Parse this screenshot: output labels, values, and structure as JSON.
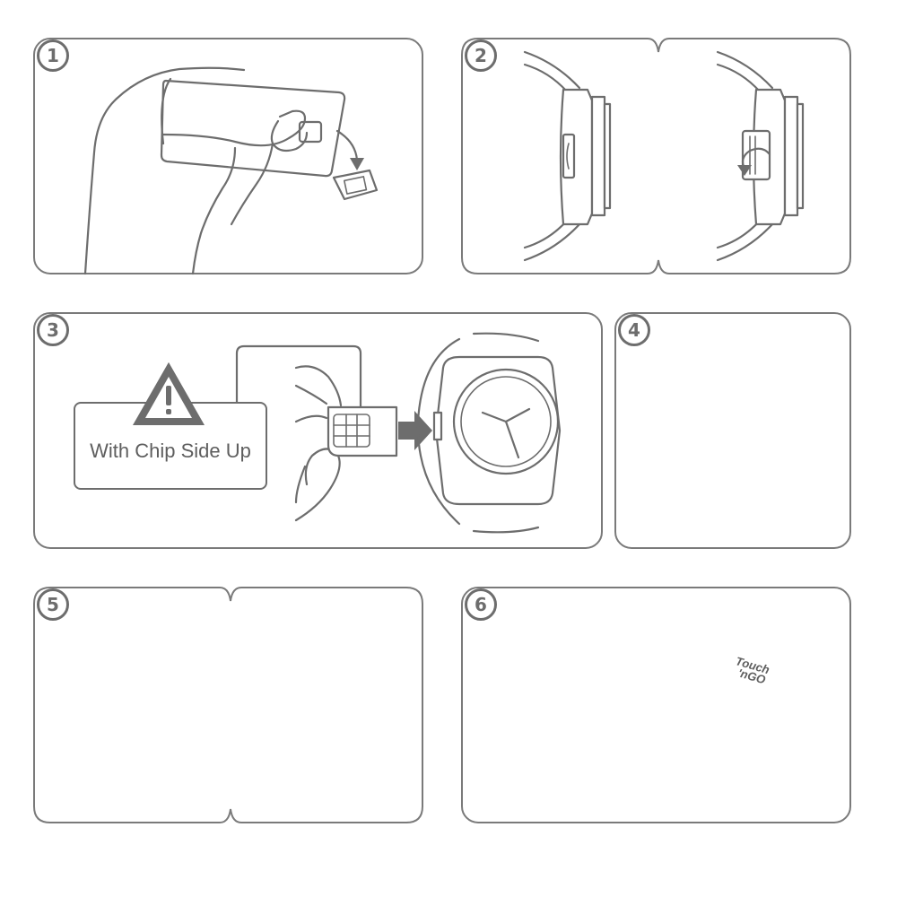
{
  "steps": [
    {
      "id": 1,
      "number": "1"
    },
    {
      "id": 2,
      "number": "2"
    },
    {
      "id": 3,
      "number": "3"
    },
    {
      "id": 4,
      "number": "4"
    },
    {
      "id": 5,
      "number": "5"
    },
    {
      "id": 6,
      "number": "6"
    }
  ],
  "step3": {
    "warning_text": "With Chip Side Up"
  },
  "step6": {
    "logo_line1": "Touch",
    "logo_line2": "'nGO"
  },
  "icons": [
    "warning-triangle-icon",
    "arrow-right-icon",
    "rotate-arrow-icon",
    "nfc-waves-icon",
    "sim-card-icon"
  ],
  "colors": {
    "line": "#6d6d6d",
    "background": "#ffffff",
    "frame": "#7a7a7a"
  }
}
